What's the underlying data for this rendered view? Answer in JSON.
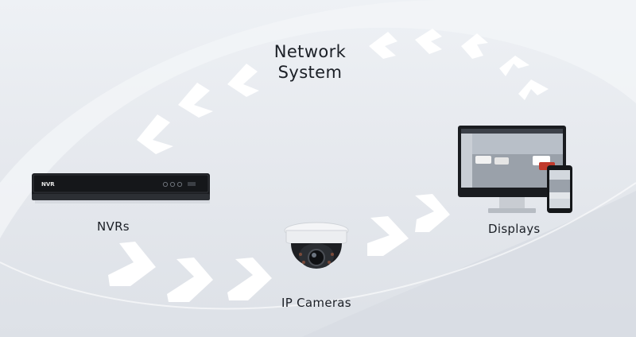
{
  "diagram": {
    "title_line1": "Network",
    "title_line2": "System",
    "nodes": [
      {
        "id": "nvr",
        "label": "NVRs",
        "icon": "nvr-recorder-icon"
      },
      {
        "id": "camera",
        "label": "IP Cameras",
        "icon": "dome-camera-icon"
      },
      {
        "id": "displays",
        "label": "Displays",
        "icon": "monitor-phone-icon"
      }
    ],
    "device_text": {
      "nvr_badge": "NVR"
    }
  },
  "colors": {
    "background": "#e6e9ee",
    "chevron": "#ffffff",
    "text": "#1b1f26",
    "device_dark": "#1a1c20"
  }
}
